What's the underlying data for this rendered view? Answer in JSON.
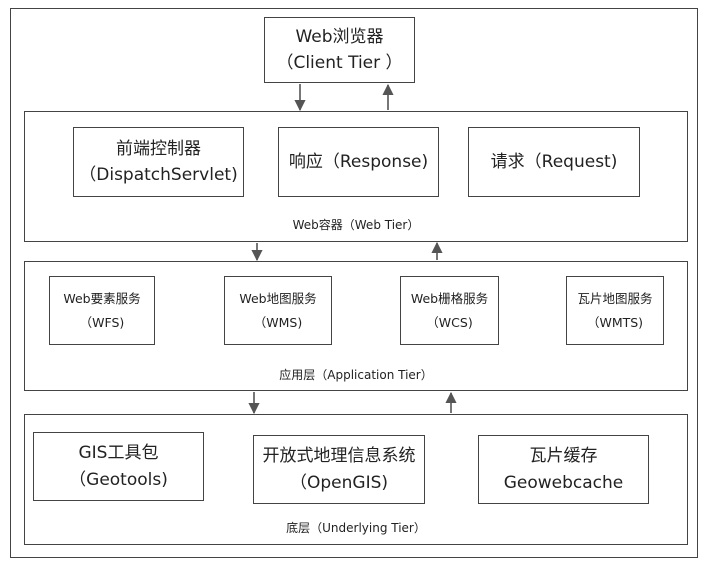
{
  "client": {
    "line1": "Web浏览器",
    "line2": "（Client Tier ）"
  },
  "web_tier": {
    "label": "Web容器（Web Tier）",
    "nodes": [
      {
        "line1": "前端控制器",
        "line2": "（DispatchServlet)"
      },
      {
        "line1": "响应（Response)"
      },
      {
        "line1": "请求（Request)"
      }
    ]
  },
  "app_tier": {
    "label": "应用层（Application Tier）",
    "nodes": [
      {
        "line1": "Web要素服务",
        "line2": "（WFS)"
      },
      {
        "line1": "Web地图服务",
        "line2": "（WMS)"
      },
      {
        "line1": "Web栅格服务",
        "line2": "（WCS)"
      },
      {
        "line1": "瓦片地图服务",
        "line2": "（WMTS)"
      }
    ]
  },
  "base_tier": {
    "label": "底层（Underlying Tier）",
    "nodes": [
      {
        "line1": "GIS工具包",
        "line2": "（Geotools)"
      },
      {
        "line1": "开放式地理信息系统",
        "line2": "（OpenGIS)"
      },
      {
        "line1": "瓦片缓存",
        "line2": "Geowebcache"
      }
    ]
  }
}
